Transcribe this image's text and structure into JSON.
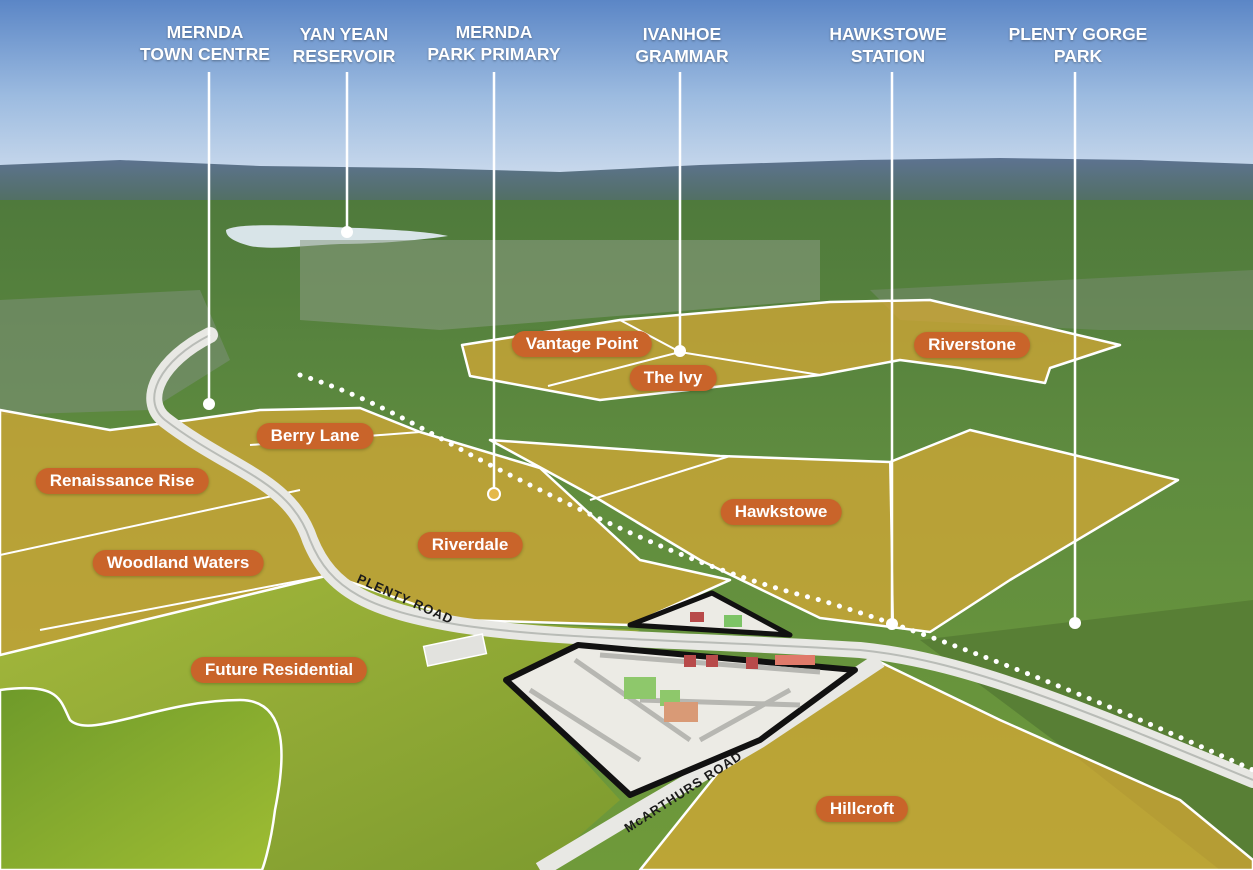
{
  "landmarks": [
    {
      "name": "MERNDA\nTOWN CENTRE"
    },
    {
      "name": "YAN YEAN\nRESERVOIR"
    },
    {
      "name": "MERNDA\nPARK PRIMARY"
    },
    {
      "name": "IVANHOE\nGRAMMAR"
    },
    {
      "name": "HAWKSTOWE\nSTATION"
    },
    {
      "name": "PLENTY GORGE\nPARK"
    }
  ],
  "estates": [
    {
      "label": "Vantage Point"
    },
    {
      "label": "The Ivy"
    },
    {
      "label": "Riverstone"
    },
    {
      "label": "Berry Lane"
    },
    {
      "label": "Renaissance Rise"
    },
    {
      "label": "Woodland Waters"
    },
    {
      "label": "Riverdale"
    },
    {
      "label": "Hawkstowe"
    },
    {
      "label": "Future Residential"
    },
    {
      "label": "Hillcroft"
    }
  ],
  "roads": {
    "plenty": "PLENTY ROAD",
    "mcarthurs": "McARTHURS ROAD"
  },
  "colors": {
    "estate_fill": "#d9a935",
    "pill": "#c9642a",
    "landmark_text": "#ffffff"
  }
}
